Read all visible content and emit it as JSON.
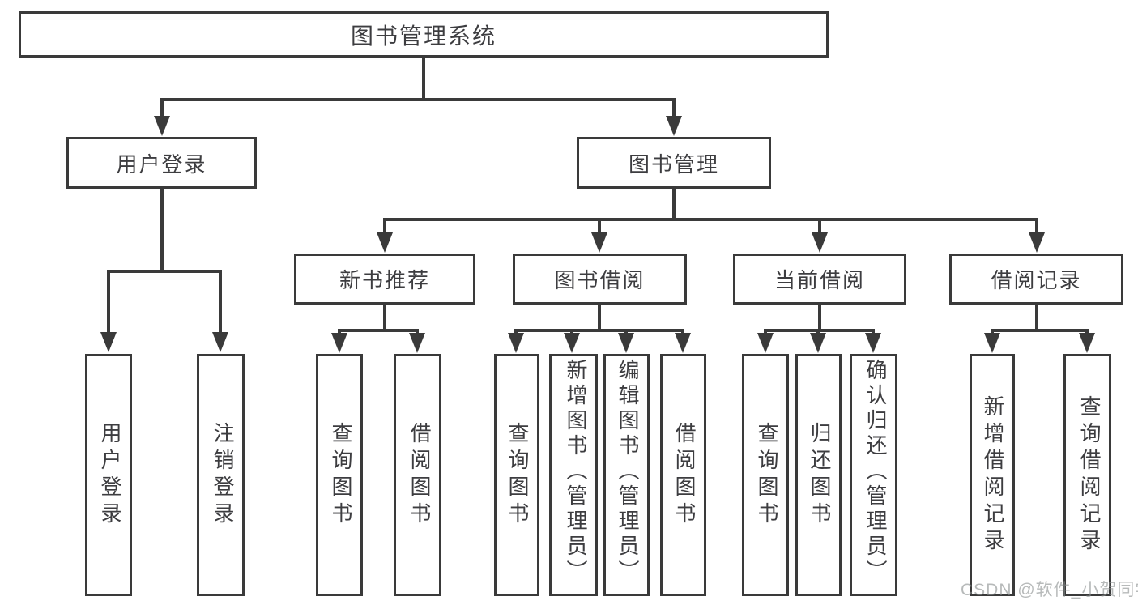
{
  "root": {
    "label": "图书管理系统"
  },
  "level2": [
    {
      "id": "user-login",
      "label": "用户登录"
    },
    {
      "id": "book-management",
      "label": "图书管理"
    }
  ],
  "level3": [
    {
      "id": "new-book-recommend",
      "label": "新书推荐"
    },
    {
      "id": "book-borrowing",
      "label": "图书借阅"
    },
    {
      "id": "current-borrowing",
      "label": "当前借阅"
    },
    {
      "id": "borrowing-records",
      "label": "借阅记录"
    }
  ],
  "leaves": [
    {
      "id": "user-login-leaf",
      "parent": "user-login",
      "label": "用户登录"
    },
    {
      "id": "logout",
      "parent": "user-login",
      "label": "注销登录"
    },
    {
      "id": "query-books-1",
      "parent": "new-book-recommend",
      "label": "查询图书"
    },
    {
      "id": "borrow-books-1",
      "parent": "new-book-recommend",
      "label": "借阅图书"
    },
    {
      "id": "query-books-2",
      "parent": "book-borrowing",
      "label": "查询图书"
    },
    {
      "id": "add-books-admin",
      "parent": "book-borrowing",
      "label": "新增图书（管理员）"
    },
    {
      "id": "edit-books-admin",
      "parent": "book-borrowing",
      "label": "编辑图书（管理员）"
    },
    {
      "id": "borrow-books-2",
      "parent": "book-borrowing",
      "label": "借阅图书"
    },
    {
      "id": "query-books-3",
      "parent": "current-borrowing",
      "label": "查询图书"
    },
    {
      "id": "return-books",
      "parent": "current-borrowing",
      "label": "归还图书"
    },
    {
      "id": "confirm-return-admin",
      "parent": "current-borrowing",
      "label": "确认归还（管理员）"
    },
    {
      "id": "add-borrow-record",
      "parent": "borrowing-records",
      "label": "新增借阅记录"
    },
    {
      "id": "query-borrow-record",
      "parent": "borrowing-records",
      "label": "查询借阅记录"
    }
  ],
  "watermark": {
    "text": "CSDN @软件_小贺同学"
  },
  "colors": {
    "line": "#3a3a3a",
    "text": "#3d3d40",
    "background": "#ffffff",
    "watermark": "#8c9090"
  }
}
